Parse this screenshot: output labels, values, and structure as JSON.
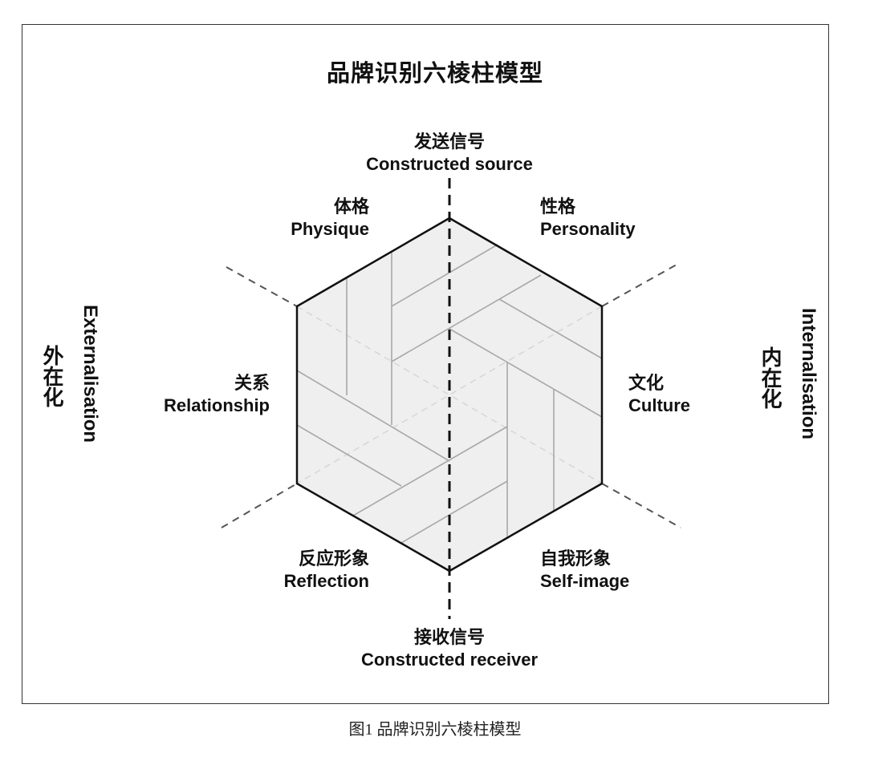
{
  "diagram": {
    "title": "品牌识别六棱柱模型",
    "top": {
      "zh": "发送信号",
      "en": "Constructed source"
    },
    "bottom": {
      "zh": "接收信号",
      "en": "Constructed receiver"
    },
    "facets": {
      "physique": {
        "zh": "体格",
        "en": "Physique"
      },
      "personality": {
        "zh": "性格",
        "en": "Personality"
      },
      "relationship": {
        "zh": "关系",
        "en": "Relationship"
      },
      "culture": {
        "zh": "文化",
        "en": "Culture"
      },
      "reflection": {
        "zh": "反应形象",
        "en": "Reflection"
      },
      "self_image": {
        "zh": "自我形象",
        "en": "Self-image"
      }
    },
    "externalisation": {
      "zh": "外在化",
      "en": "Externalisation"
    },
    "internalisation": {
      "zh": "内在化",
      "en": "Internalisation"
    },
    "colors": {
      "hexagon_fill": "#efefef",
      "outline": "#111111",
      "inner_lines": "#a8a8a8",
      "axis_dash": "#111111",
      "diagonal_dash": "#555555"
    }
  },
  "caption": "图1 品牌识别六棱柱模型"
}
